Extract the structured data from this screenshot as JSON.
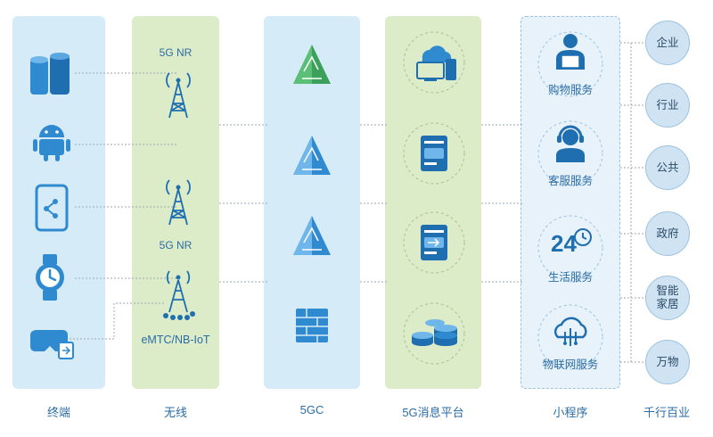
{
  "columns": {
    "terminal": "终端",
    "wireless": "无线",
    "core": "5GC",
    "messaging": "5G消息平台",
    "miniprogram": "小程序",
    "industries": "千行百业"
  },
  "wireless_labels": {
    "top": "5G NR",
    "middle": "5G NR",
    "bottom": "eMTC/NB-IoT"
  },
  "services": [
    "购物服务",
    "客服服务",
    "生活服务",
    "物联网服务"
  ],
  "industries": [
    "企业",
    "行业",
    "公共",
    "政府",
    "智能家居",
    "万物"
  ],
  "icons": {
    "terminals": [
      "server-icon",
      "android-icon",
      "phone-icon",
      "watch-icon",
      "vr-headset-icon"
    ],
    "towers": [
      "cell-tower-icon",
      "cell-tower-icon",
      "iot-tower-icon"
    ],
    "core": [
      "pyramid-icon",
      "pyramid-icon",
      "pyramid-icon",
      "firewall-icon"
    ],
    "platform": [
      "cloud-computer-icon",
      "message-card-icon",
      "service-card-icon",
      "database-icon"
    ],
    "services": [
      "delivery-person-icon",
      "customer-service-icon",
      "24h-icon",
      "iot-cloud-icon"
    ]
  },
  "colors": {
    "blue_column": "#d6ebf8",
    "green_column": "#dcecc8",
    "accent": "#2a6da6"
  }
}
